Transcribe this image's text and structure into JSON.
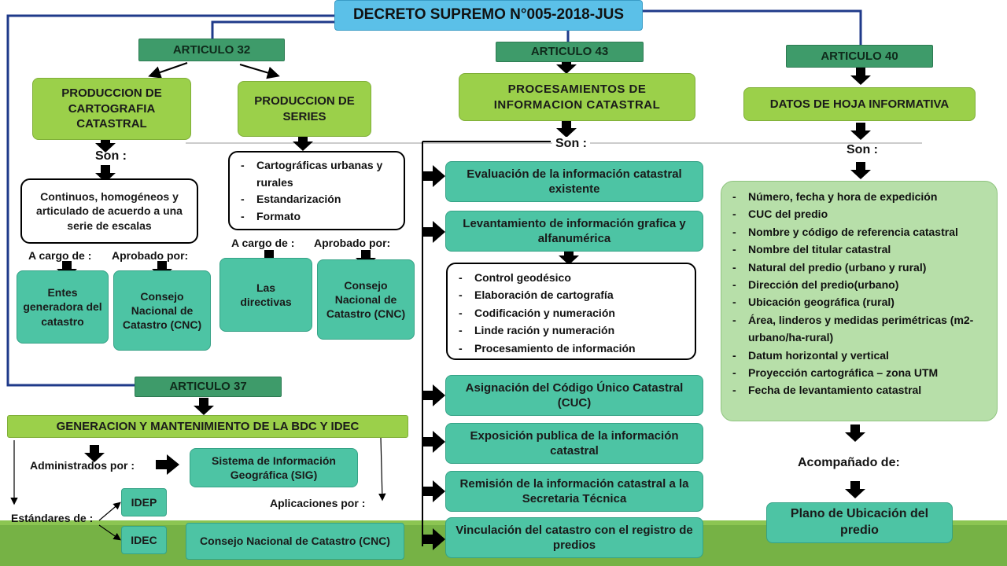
{
  "title": "DECRETO SUPREMO N°005-2018-JUS",
  "art32": {
    "header": "ARTICULO 32",
    "left_box": "PRODUCCION DE CARTOGRAFIA CATASTRAL",
    "right_box": "PRODUCCION DE SERIES",
    "son": "Son :",
    "left_desc": "Continuos, homogéneos y articulado de acuerdo a una serie de escalas",
    "series_items": [
      "Cartográficas urbanas y rurales",
      "Estandarización",
      "Formato"
    ],
    "a_cargo_left": "A cargo de :",
    "aprobado_left": "Aprobado por:",
    "a_cargo_right": "A cargo de :",
    "aprobado_right": "Aprobado por:",
    "entes": "Entes generadora del catastro",
    "consejo_left": "Consejo Nacional de Catastro (CNC)",
    "directivas": "Las directivas",
    "consejo_right": "Consejo Nacional de Catastro (CNC)"
  },
  "art43": {
    "header": "ARTICULO 43",
    "box": "PROCESAMIENTOS DE INFORMACION CATASTRAL",
    "son": "Son :",
    "items": [
      "Evaluación de la información catastral existente",
      "Levantamiento de información grafica y alfanumérica",
      "Asignación del Código Único Catastral (CUC)",
      "Exposición publica de la información catastral",
      "Remisión de la información catastral a la Secretaria Técnica",
      "Vinculación del catastro con el registro de predios"
    ],
    "sub_items": [
      "Control geodésico",
      "Elaboración de cartografía",
      "Codificación y numeración",
      "Linde ración y numeración",
      "Procesamiento de información"
    ]
  },
  "art40": {
    "header": "ARTICULO 40",
    "box": "DATOS DE HOJA INFORMATIVA",
    "son": "Son :",
    "items": [
      "Número, fecha y hora de expedición",
      "CUC del predio",
      "Nombre y código de referencia catastral",
      "Nombre del titular catastral",
      "Natural del predio (urbano y rural)",
      "Dirección del predio(urbano)",
      "Ubicación geográfica (rural)",
      "Área, linderos y medidas perimétricas (m2-urbano/ha-rural)",
      "Datum horizontal y vertical",
      "Proyección cartográfica – zona UTM",
      "Fecha de levantamiento catastral"
    ],
    "acompanado": "Acompañado de:",
    "plano": "Plano de Ubicación del predio"
  },
  "art37": {
    "header": "ARTICULO 37",
    "box": "GENERACION Y MANTENIMIENTO DE LA BDC Y IDEC",
    "administrados": "Administrados por :",
    "sig": "Sistema de Información Geográfica (SIG)",
    "aplicaciones": "Aplicaciones por :",
    "estandares": "Estándares de :",
    "idep": "IDEP",
    "idec": "IDEC",
    "cnc": "Consejo Nacional de Catastro (CNC)"
  },
  "colors": {
    "title_bg": "#5bc0e8",
    "header_green": "#3e9b6a",
    "lime": "#9bd04a",
    "teal": "#4dc4a4",
    "pale_green": "#b7dfa9",
    "navy_line": "#1f3a8a",
    "grass": "#76b245"
  }
}
